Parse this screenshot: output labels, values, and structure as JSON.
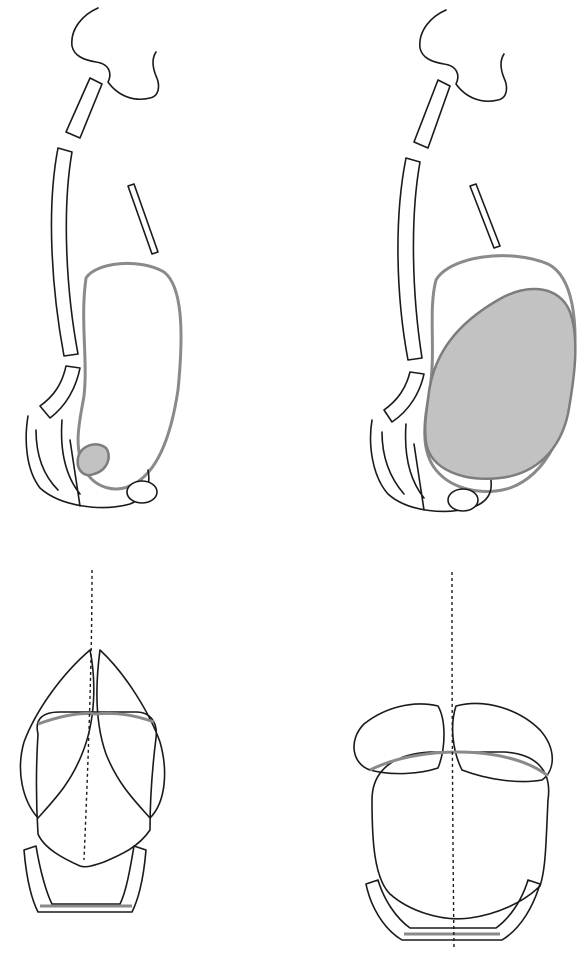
{
  "figure": {
    "panels": [
      {
        "id": "lateral-small",
        "region_shaded": "small"
      },
      {
        "id": "lateral-large",
        "region_shaded": "large"
      },
      {
        "id": "frontal-small"
      },
      {
        "id": "frontal-large"
      }
    ],
    "colors": {
      "outline": "#1a1a1a",
      "gray_outline": "#8a8a8a",
      "shade_fill": "#c2c2c2",
      "background": "#ffffff"
    }
  }
}
